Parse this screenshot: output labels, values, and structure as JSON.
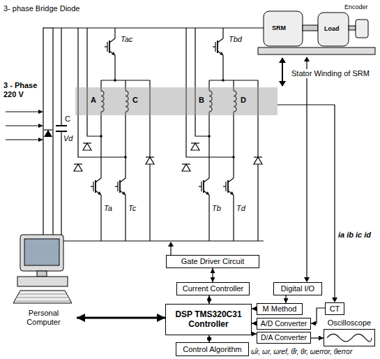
{
  "diagram": {
    "nodes": [
      {
        "text": [
          "Gate Driver Circuit"
        ]
      },
      {
        "text": [
          "Current Controller"
        ]
      },
      {
        "text": [
          "Digital I/O"
        ]
      },
      {
        "text": [
          "Personal Computer"
        ]
      },
      {
        "text": [
          "DSP TMS320C31 Controller"
        ]
      },
      {
        "text": [
          "M Method"
        ]
      },
      {
        "text": [
          "CT"
        ]
      },
      {
        "text": [
          "A/D Converter"
        ]
      },
      {
        "text": [
          "D/A Converter"
        ]
      },
      {
        "text": [
          "Oscilloscope"
        ]
      },
      {
        "text": [
          "Control Algorithm"
        ]
      }
    ],
    "edges": [
      {
        "from": 1,
        "to": 0,
        "arrow": "both"
      },
      {
        "from": 4,
        "to": 1,
        "arrow": "both"
      },
      {
        "from": 2,
        "to": 5,
        "arrow": "to"
      },
      {
        "from": 5,
        "to": 4,
        "arrow": "to"
      },
      {
        "from": 6,
        "to": 7,
        "arrow": "to"
      },
      {
        "from": 7,
        "to": 4,
        "arrow": "to"
      },
      {
        "from": 4,
        "to": 8,
        "arrow": "to"
      },
      {
        "from": 8,
        "to": 9,
        "arrow": "to"
      },
      {
        "from": 3,
        "to": 4,
        "arrow": "both"
      },
      {
        "from": 10,
        "to": 4,
        "arrow": "both"
      }
    ],
    "labels": [
      "3- phase Bridge Diode",
      "3 - Phase 220 V",
      "Vd",
      "C",
      "Tac",
      "Tbd",
      "A",
      "C",
      "B",
      "D",
      "Ta",
      "Tc",
      "Tb",
      "Td",
      "SRM",
      "Load",
      "Encoder",
      "Stator Winding of SRM",
      "ia ib ic id",
      "ω̂r, ωr, ωref, θ̂r, θr, ωerror, θerror"
    ]
  }
}
